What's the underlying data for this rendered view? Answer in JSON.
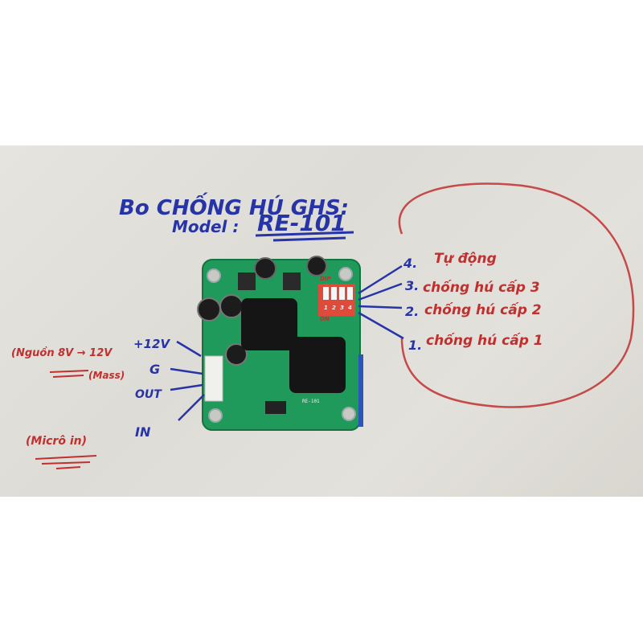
{
  "board": {
    "title": "Bo CHỐNG HÚ GHS:",
    "model_label": "Model :",
    "model_value": "RE-101",
    "silk_labels": {
      "dip": "DIP",
      "on": "ON",
      "dip_numbers": [
        "1",
        "2",
        "3",
        "4"
      ],
      "model_silk": "RE-101"
    }
  },
  "annotations": {
    "dip_modes": [
      {
        "num": "4.",
        "text": "Tự động"
      },
      {
        "num": "3.",
        "text": "chống hú cấp 3"
      },
      {
        "num": "2.",
        "text": "chống hú cấp 2"
      },
      {
        "num": "1.",
        "text": "chống hú cấp 1"
      }
    ],
    "pins": [
      {
        "label": "+12V"
      },
      {
        "label": "G"
      },
      {
        "label": "OUT"
      },
      {
        "label": "IN"
      }
    ],
    "power_note": "(Nguồn 8V → 12V",
    "ground_note": "(Mass)",
    "input_note": "(Micrô in)"
  },
  "colors": {
    "blue_ink": "#2634a8",
    "red_ink": "#c0302f",
    "pcb_green": "#1f9a5a",
    "whiteboard": "#e3e1db"
  }
}
